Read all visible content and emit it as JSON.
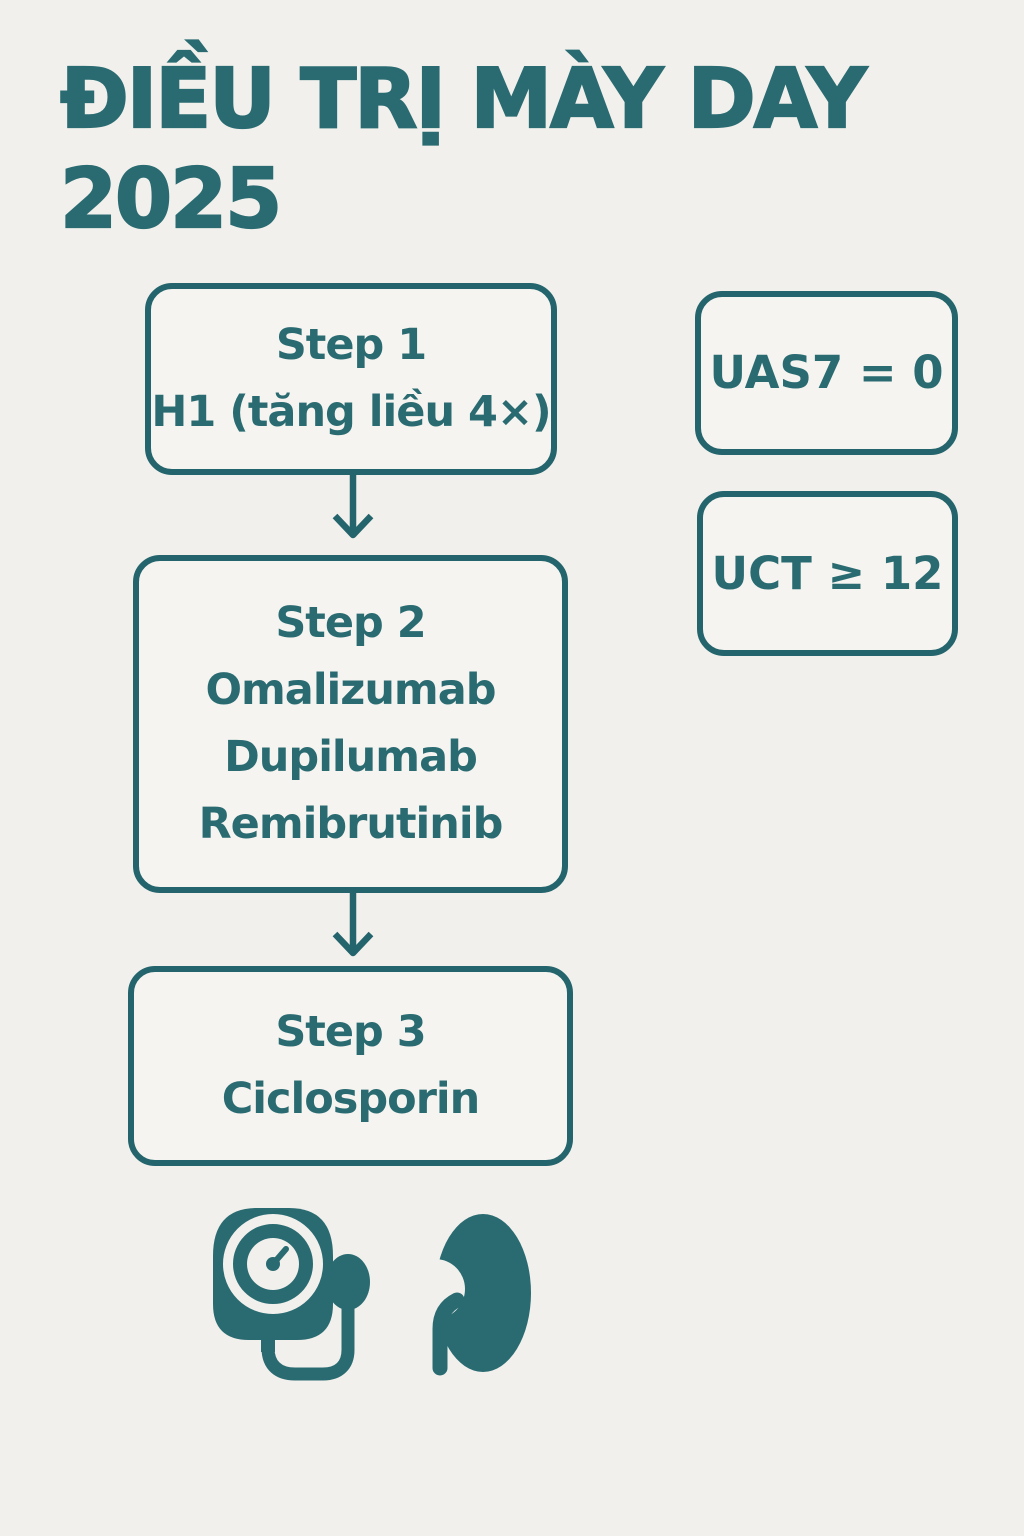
{
  "page": {
    "title": "ĐIỀU TRỊ MÀY DAY\n2025"
  },
  "flow": {
    "step1": {
      "heading": "Step 1",
      "treatment": "H1 (tăng liều 4×)"
    },
    "step2": {
      "heading": "Step 2",
      "treatments": [
        "Omalizumab",
        "Dupilumab",
        "Remibrutinib"
      ]
    },
    "step3": {
      "heading": "Step 3",
      "treatments": [
        "Ciclosporin"
      ]
    }
  },
  "criteria": [
    {
      "label": "UAS7 = 0"
    },
    {
      "label": "UCT ≥ 12"
    }
  ],
  "icons": [
    {
      "name": "blood-pressure-monitor-icon"
    },
    {
      "name": "kidney-icon"
    }
  ],
  "colors": {
    "accent": "#24646c",
    "text": "#2a6b72",
    "background": "#f1f0ec",
    "box_fill": "#f5f4f0"
  }
}
